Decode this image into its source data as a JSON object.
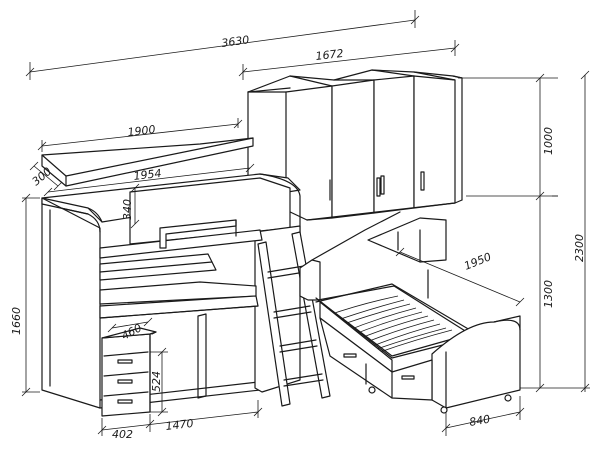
{
  "drawing": {
    "dimensions": {
      "overall_length": "3630",
      "wardrobe_width": "1672",
      "shelf_length": "1900",
      "shelf_depth": "300",
      "desk_top_length": "1954",
      "upper_height": "340",
      "loft_height": "1660",
      "drawer_depth": "460",
      "drawer_height": "524",
      "drawer_width": "402",
      "desk_length": "1470",
      "wardrobe_upper_height": "1000",
      "total_height": "2300",
      "bed_base_height": "1300",
      "bed_length": "1950",
      "bed_width": "840"
    },
    "colors": {
      "line": "#1a1a1a",
      "background": "#ffffff"
    }
  }
}
